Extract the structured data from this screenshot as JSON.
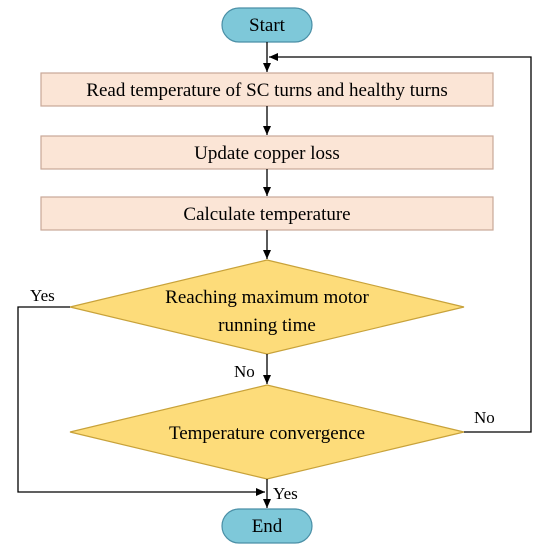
{
  "colors": {
    "terminal_fill": "#7ec8d9",
    "terminal_stroke": "#4a8fa6",
    "process_fill": "#fbe5d6",
    "process_stroke": "#c9a898",
    "decision_fill": "#fddc7a",
    "decision_stroke": "#c8a23a",
    "edge": "#000000"
  },
  "flowchart": {
    "start": "Start",
    "step_read": "Read temperature of SC turns and healthy turns",
    "step_update": "Update copper loss",
    "step_calc": "Calculate temperature",
    "decision_runtime_line1": "Reaching maximum motor",
    "decision_runtime_line2": "running time",
    "decision_convergence": "Temperature convergence",
    "end": "End",
    "label_yes_left": "Yes",
    "label_no_mid": "No",
    "label_no_right": "No",
    "label_yes_bottom": "Yes"
  }
}
